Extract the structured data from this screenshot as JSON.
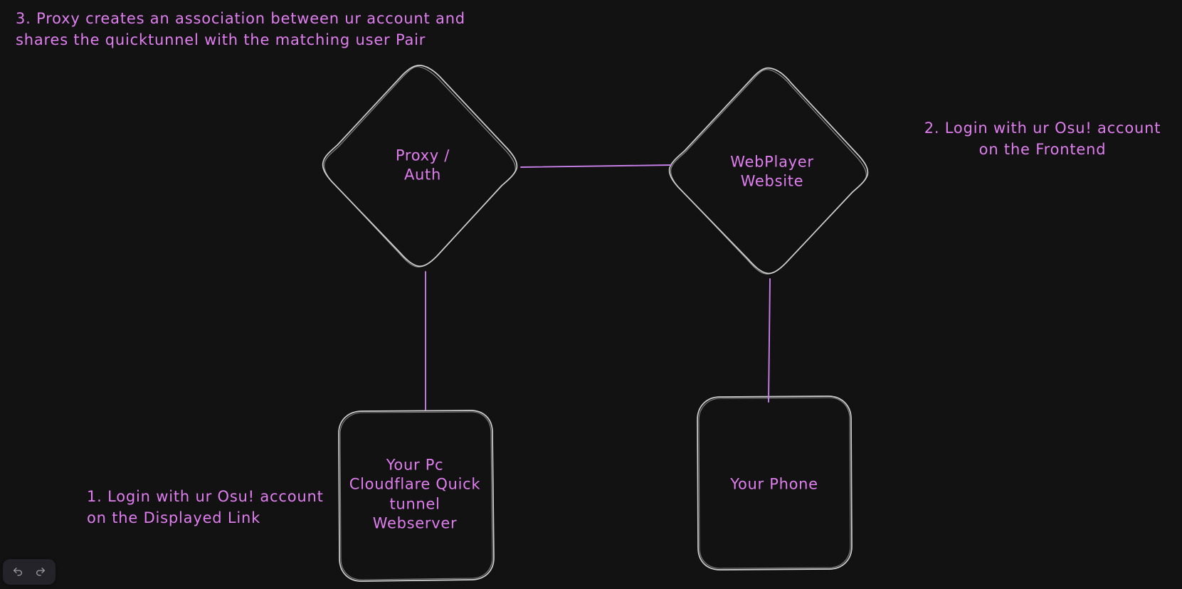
{
  "canvas": {
    "background_color": "#121212",
    "stroke_color": "#cfcfcf",
    "accent_color": "#c77fe8",
    "text_color": "#e07ef0"
  },
  "annotations": [
    {
      "id": "note-1",
      "name": "annotation-step-1",
      "text": "1. Login with ur Osu! account\non the Displayed Link"
    },
    {
      "id": "note-2",
      "name": "annotation-step-2",
      "text": "2. Login with ur Osu! account\non the Frontend"
    },
    {
      "id": "note-3",
      "name": "annotation-step-3",
      "text": "3. Proxy creates an association between ur account and\n shares the quicktunnel with the matching user Pair"
    }
  ],
  "nodes": [
    {
      "id": "proxy",
      "shape": "diamond",
      "label": "Proxy /\nAuth"
    },
    {
      "id": "webplayer",
      "shape": "diamond",
      "label": "WebPlayer\nWebsite"
    },
    {
      "id": "yourpc",
      "shape": "rounded-rect",
      "label": "Your Pc\nCloudflare Quick\ntunnel\nWebserver"
    },
    {
      "id": "yourphone",
      "shape": "rounded-rect",
      "label": "Your Phone"
    }
  ],
  "edges": [
    {
      "id": "edge-proxy-webplayer",
      "from": "proxy",
      "to": "webplayer"
    },
    {
      "id": "edge-proxy-yourpc",
      "from": "proxy",
      "to": "yourpc"
    },
    {
      "id": "edge-webplayer-phone",
      "from": "webplayer",
      "to": "yourphone"
    }
  ],
  "toolbar": {
    "undo_label": "Undo",
    "redo_label": "Redo",
    "undo_icon": "undo-arrow-icon",
    "redo_icon": "redo-arrow-icon"
  }
}
